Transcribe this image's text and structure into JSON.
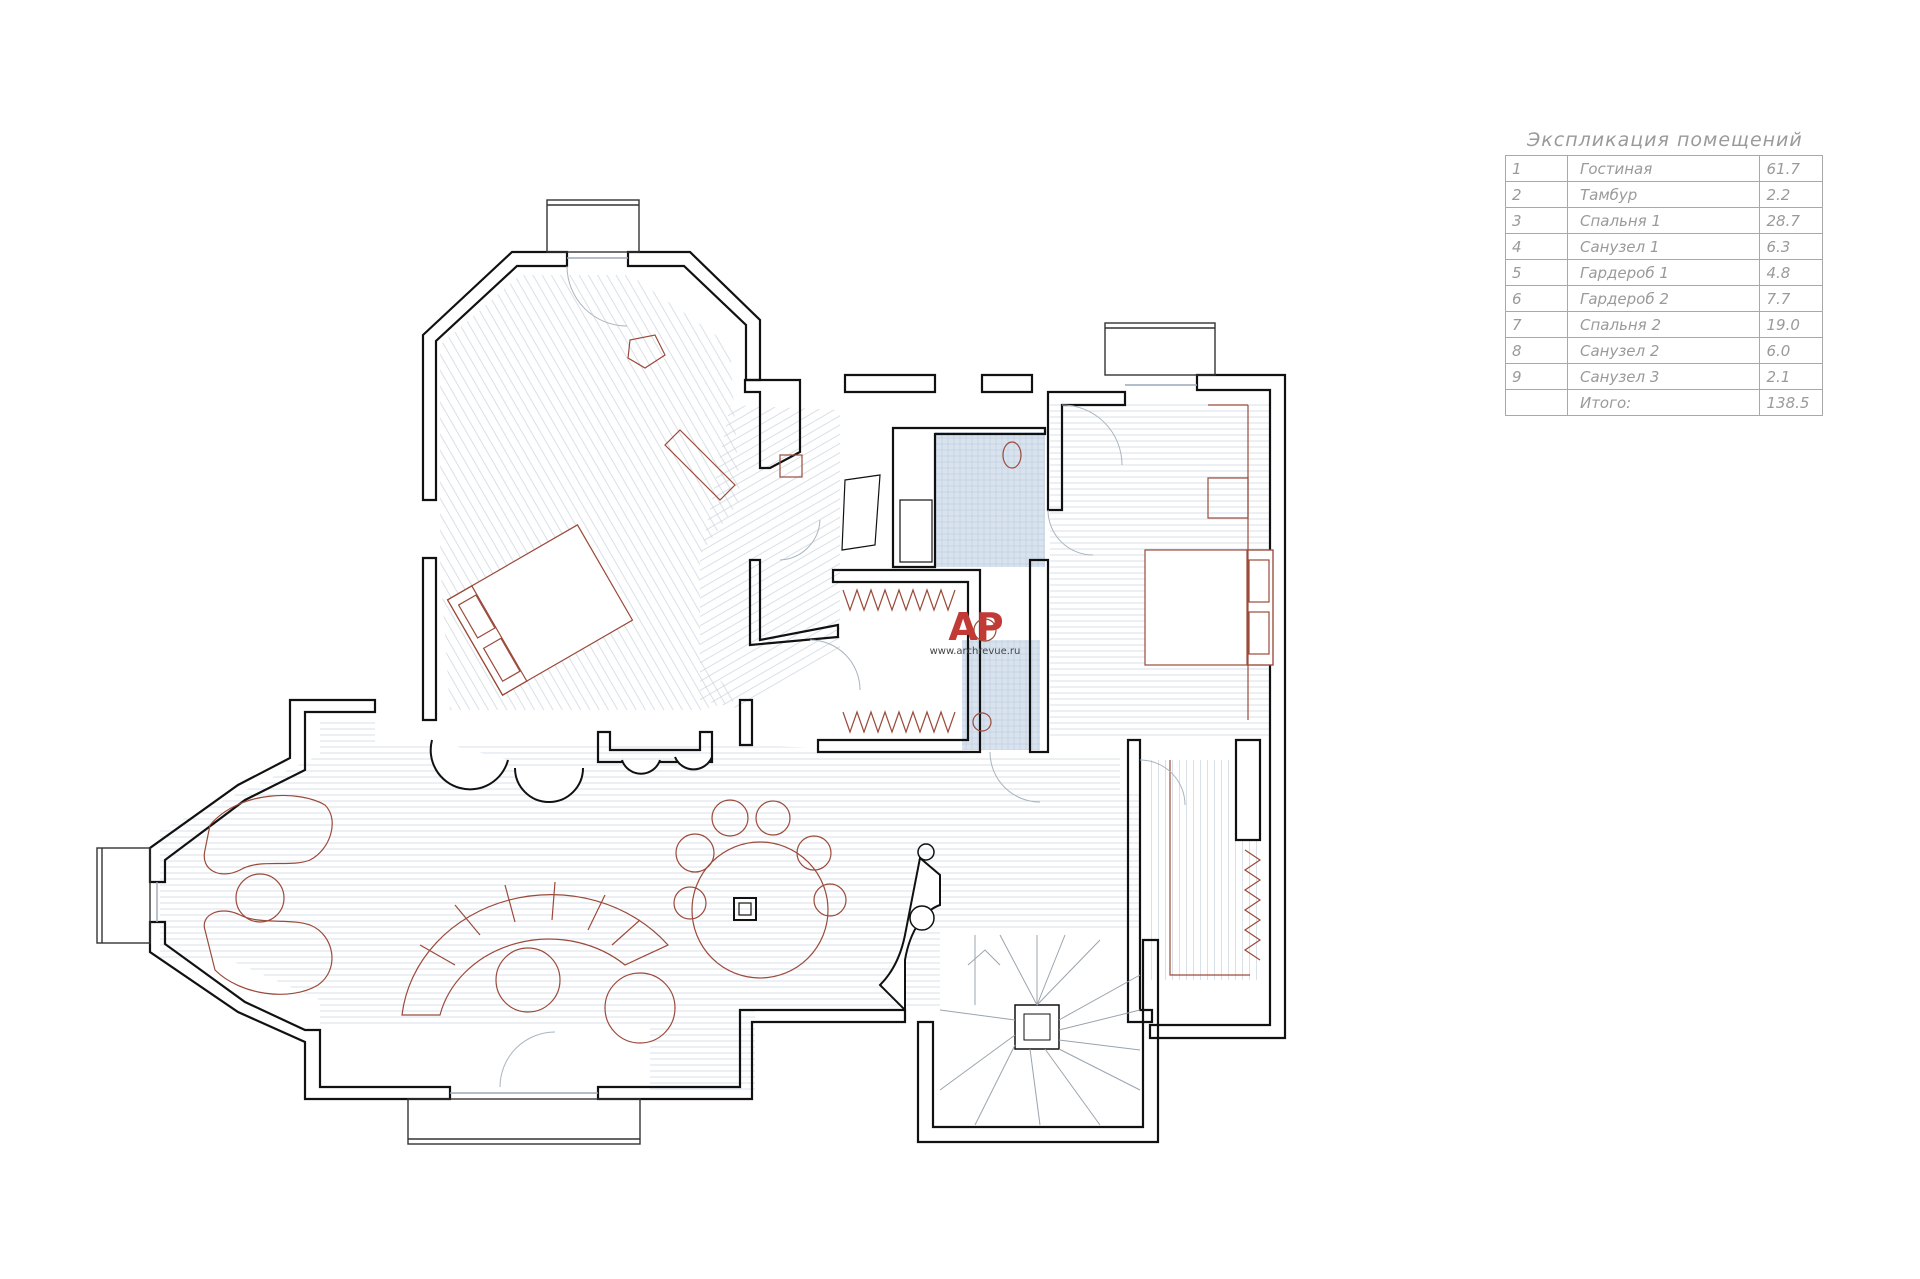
{
  "legend": {
    "title": "Экспликация  помещений",
    "rows": [
      {
        "num": "1",
        "name": "Гостиная",
        "area": "61.7"
      },
      {
        "num": "2",
        "name": "Тамбур",
        "area": "2.2"
      },
      {
        "num": "3",
        "name": "Спальня  1",
        "area": "28.7"
      },
      {
        "num": "4",
        "name": "Санузел  1",
        "area": "6.3"
      },
      {
        "num": "5",
        "name": "Гардероб  1",
        "area": "4.8"
      },
      {
        "num": "6",
        "name": "Гардероб  2",
        "area": "7.7"
      },
      {
        "num": "7",
        "name": "Спальня  2",
        "area": "19.0"
      },
      {
        "num": "8",
        "name": "Санузел  2",
        "area": "6.0"
      },
      {
        "num": "9",
        "name": "Санузел  3",
        "area": "2.1"
      }
    ],
    "total": {
      "num": "",
      "name": "Итого:",
      "area": "138.5"
    }
  },
  "watermark": {
    "logo": "AP",
    "url": "www.archrevue.ru"
  },
  "colors": {
    "wall": "#111111",
    "furniture": "#9b4a3a",
    "hatch": "#c9d3de",
    "tile": "#b8c8dc",
    "legend_text": "#9a9a9a",
    "logo": "#c23a36"
  }
}
